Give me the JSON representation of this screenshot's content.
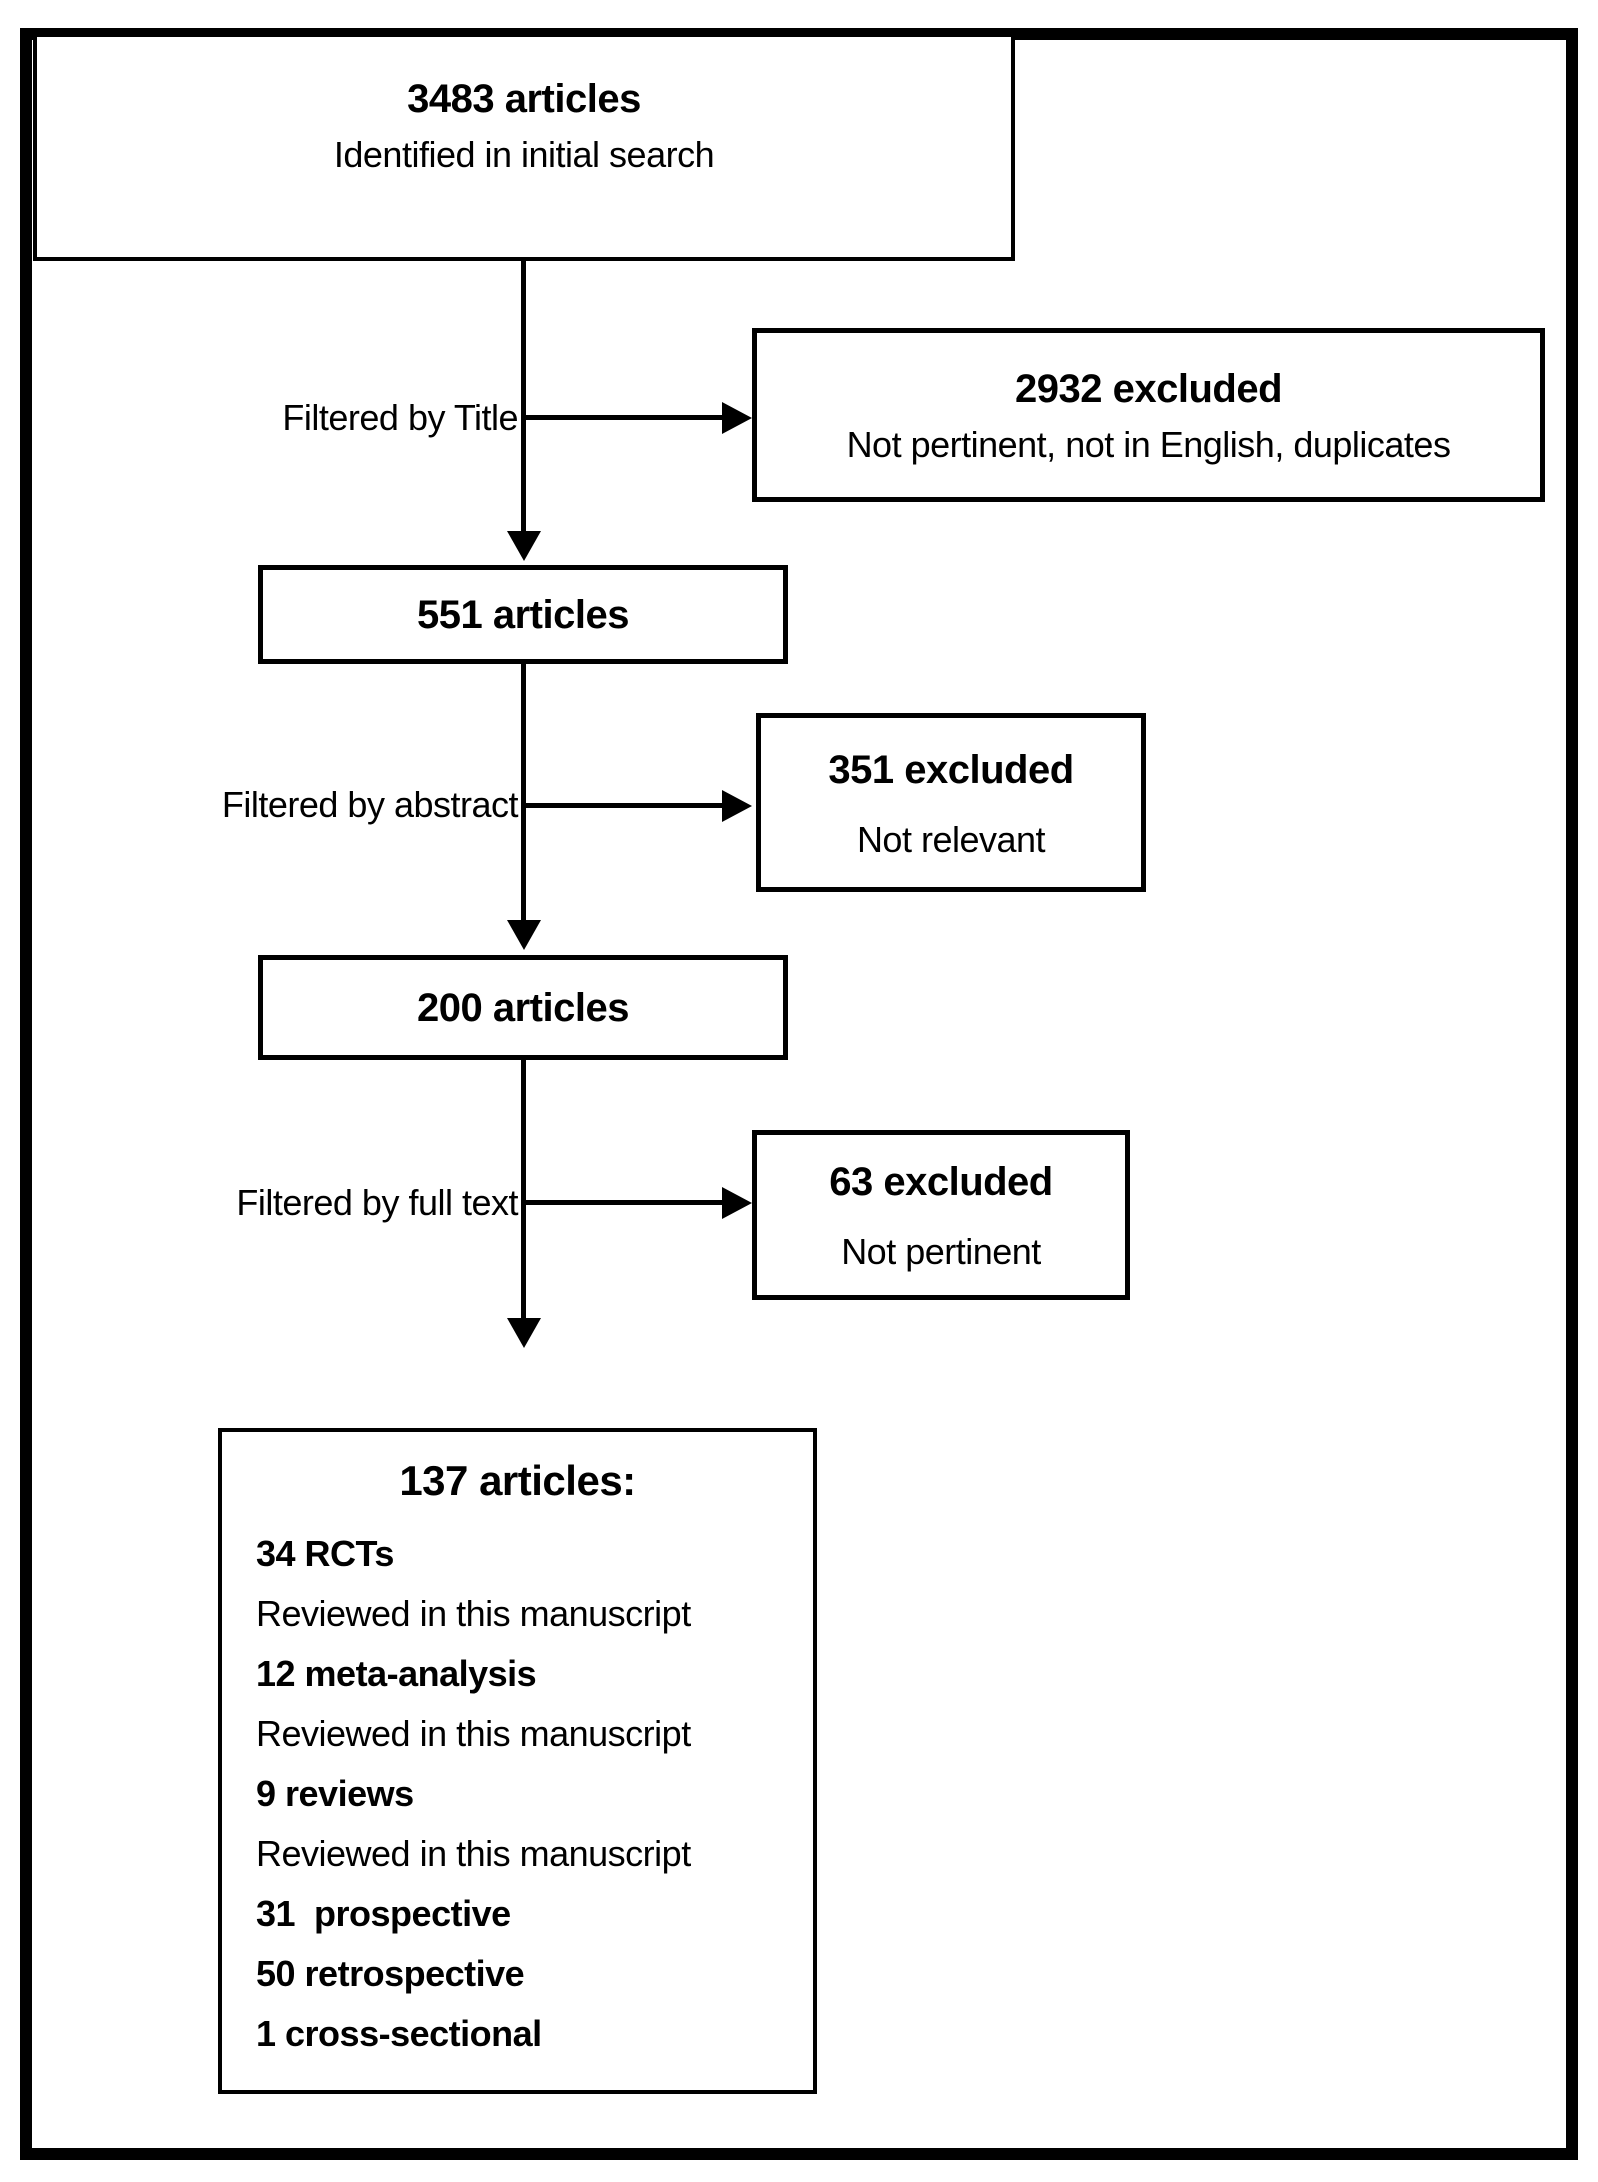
{
  "colors": {
    "ink": "#000000",
    "paper": "#ffffff"
  },
  "source_box": {
    "count_label": "3483 articles",
    "description": "Identified in initial search"
  },
  "stages": [
    {
      "filter_label": "Filtered by Title",
      "excluded_count": "2932 excluded",
      "excluded_reason": "Not pertinent, not in English, duplicates",
      "result_label": "551 articles"
    },
    {
      "filter_label": "Filtered by abstract",
      "excluded_count": "351 excluded",
      "excluded_reason": "Not relevant",
      "result_label": "200 articles"
    },
    {
      "filter_label": "Filtered by full text",
      "excluded_count": "63 excluded",
      "excluded_reason": "Not pertinent"
    }
  ],
  "final_box": {
    "title": "137 articles:",
    "items": [
      "34 RCTs",
      "Reviewed in this manuscript",
      "12 meta-analysis",
      "Reviewed in this manuscript",
      "9 reviews",
      "Reviewed in this manuscript",
      "31  prospective",
      "50 retrospective",
      "1 cross-sectional"
    ]
  }
}
